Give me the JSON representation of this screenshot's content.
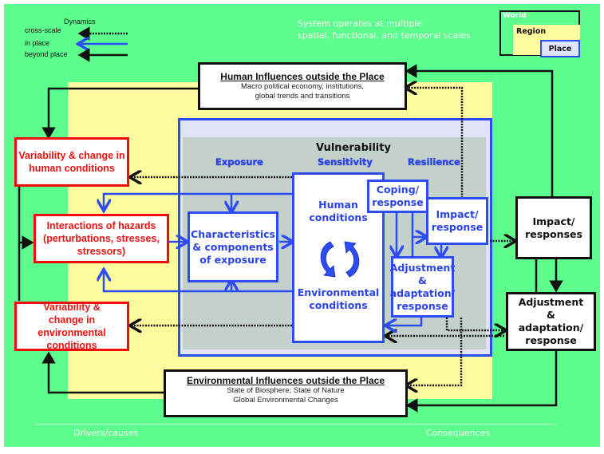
{
  "legend": {
    "title": "Dynamics",
    "items": [
      {
        "label": "cross-scale",
        "style": "dotted-black"
      },
      {
        "label": "in place",
        "style": "solid-blue"
      },
      {
        "label": "beyond place",
        "style": "solid-black"
      }
    ]
  },
  "scale_note": {
    "line1": "System operates at multiple",
    "line2": "spatial, functional, and temporal scales"
  },
  "scale_inset": {
    "world": "World",
    "region": "Region",
    "place": "Place"
  },
  "human_influences": {
    "title": "Human Influences outside the Place",
    "line1": "Macro political economy, institutions,",
    "line2": "global trends and transitions"
  },
  "environmental_influences": {
    "title": "Environmental Influences outside the Place",
    "line1": "State of Biosphere; State of Nature",
    "line2": "Global Environmental Changes"
  },
  "drivers": {
    "human_variability": "Variability & change in human conditions",
    "hazards": "Interactions of hazards (perturbations, stresses, stressors)",
    "env_variability": "Variability & change in environmental conditions"
  },
  "vulnerability": {
    "title": "Vulnerability",
    "exposure": "Exposure",
    "sensitivity": "Sensitivity",
    "resilience": "Resilience",
    "exposure_box": "Characteristics & components of exposure",
    "human_conditions": "Human conditions",
    "environmental_conditions": "Environmental conditions",
    "coping": "Coping/ response",
    "impact": "Impact/ response",
    "adjustment": "Adjustment & adaptation/ response"
  },
  "consequences_boxes": {
    "impact": "Impact/ responses",
    "adjustment": "Adjustment & adaptation/ response"
  },
  "footer": {
    "left": "Drivers/causes",
    "right": "Consequences"
  },
  "colors": {
    "world_green": "#5cff8e",
    "region_yellow": "#fffb9e",
    "place_lavender": "#e1e3f7",
    "vulnerability_gray": "#c4d0ca",
    "blue": "#2c4df5",
    "red": "#f20d0d"
  }
}
